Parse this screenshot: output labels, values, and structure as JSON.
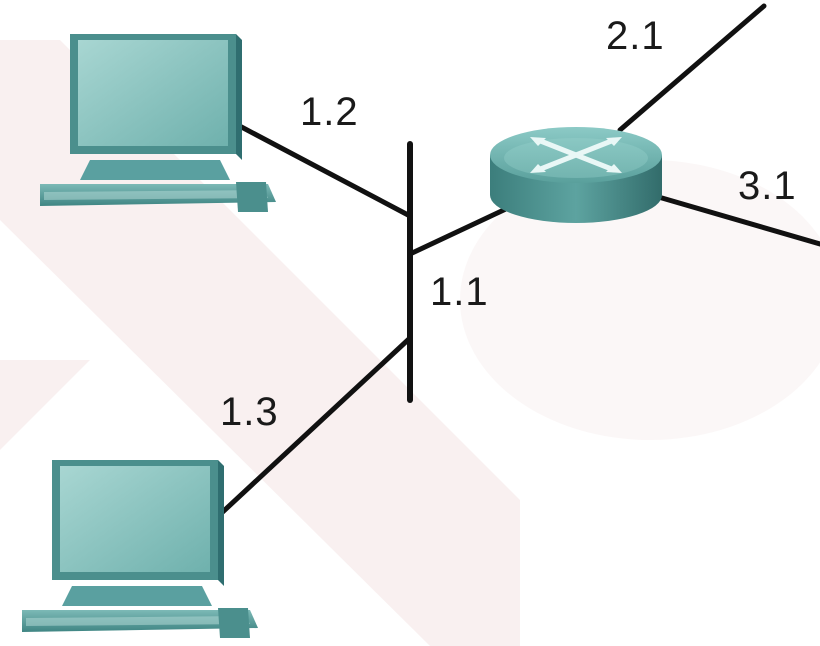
{
  "diagram": {
    "labels": {
      "host_top": "1.2",
      "router_lan": "1.1",
      "host_bottom": "1.3",
      "router_upper": "2.1",
      "router_right": "3.1"
    },
    "icons": {
      "host_top": "desktop-computer-icon",
      "host_bottom": "desktop-computer-icon",
      "router": "router-icon",
      "segment": "ethernet-segment"
    },
    "colors": {
      "device_teal": "#5aa0a0",
      "device_dark": "#2f6e70",
      "link": "#111111",
      "watermark": "#f6e9ea"
    }
  }
}
